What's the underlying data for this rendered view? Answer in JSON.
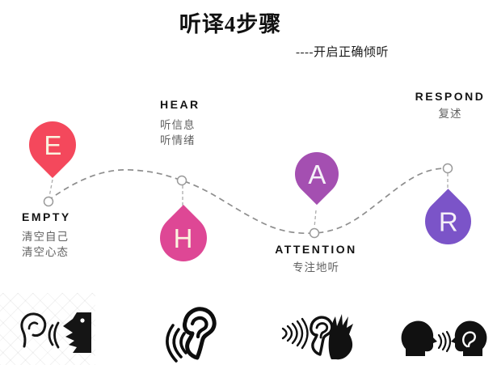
{
  "title": "听译4步骤",
  "subtitle": "----开启正确倾听",
  "route_color": "#8E8E8E",
  "steps": [
    {
      "letter": "E",
      "label": "EMPTY",
      "desc": [
        "清空自己",
        "清空心态"
      ],
      "marker_color": "#F4485C",
      "letter_color": "#FBF3DF",
      "shape": "pin-down"
    },
    {
      "letter": "H",
      "label": "HEAR",
      "desc": [
        "听信息",
        "听情绪"
      ],
      "marker_color": "#DE4795",
      "letter_color": "#FBF3DF",
      "shape": "drop-up"
    },
    {
      "letter": "A",
      "label": "ATTENTION",
      "desc": [
        "专注地听"
      ],
      "marker_color": "#A44FB1",
      "letter_color": "#F5F0F8",
      "shape": "pin-down"
    },
    {
      "letter": "R",
      "label": "RESPOND",
      "desc": [
        "复述"
      ],
      "marker_color": "#7B54C8",
      "letter_color": "#F5F0F8",
      "shape": "drop-up"
    }
  ],
  "icons": [
    {
      "name": "ear-and-speaking-face-icon"
    },
    {
      "name": "ear-with-sound-waves-icon"
    },
    {
      "name": "hand-cupped-to-ear-icon"
    },
    {
      "name": "person-speaking-to-listener-icon"
    }
  ]
}
